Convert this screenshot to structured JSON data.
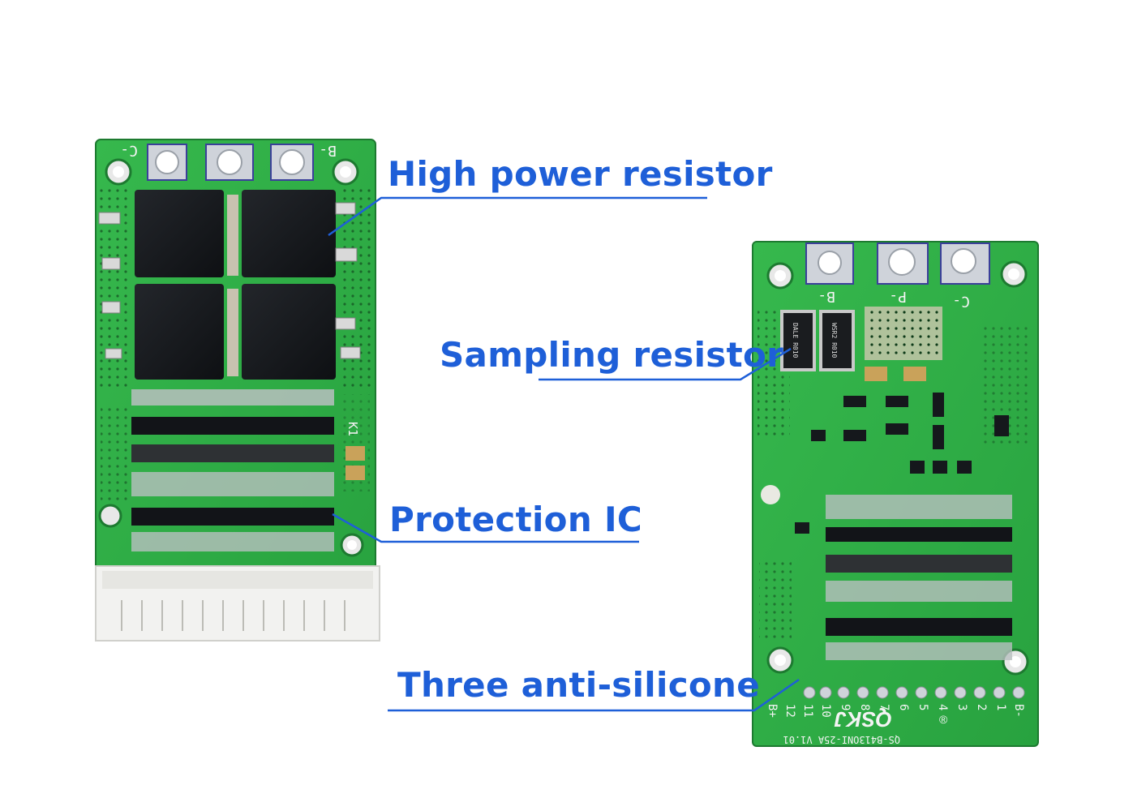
{
  "callouts": {
    "high_power_resistor": "High power resistor",
    "sampling_resistor": "Sampling resistor",
    "protection_ic": "Protection IC",
    "three_anti_silicone": "Three anti-silicone"
  },
  "board_left": {
    "pad_labels": [
      "C-",
      "B-"
    ],
    "silkscreen_marks": [
      "K1"
    ]
  },
  "board_right": {
    "pad_labels": [
      "B-",
      "P-",
      "C-"
    ],
    "pin_labels": [
      "B+",
      "12",
      "11",
      "10",
      "9",
      "8",
      "7",
      "6",
      "5",
      "4",
      "3",
      "2",
      "1",
      "B-"
    ],
    "brand": "QSKJ",
    "registered_mark": "®",
    "model": "QS-B413ONI-25A V1.01",
    "resistor_markings": [
      "DALE R010",
      "WSR2 R010"
    ]
  },
  "colors": {
    "callout_text": "#1e5fd8",
    "leader_line": "#1e5fd8",
    "pcb_green": "#2fae45",
    "pcb_dark": "#1f8a35",
    "mosfet_black": "#15181c",
    "connector_white": "#f2f2f0"
  }
}
